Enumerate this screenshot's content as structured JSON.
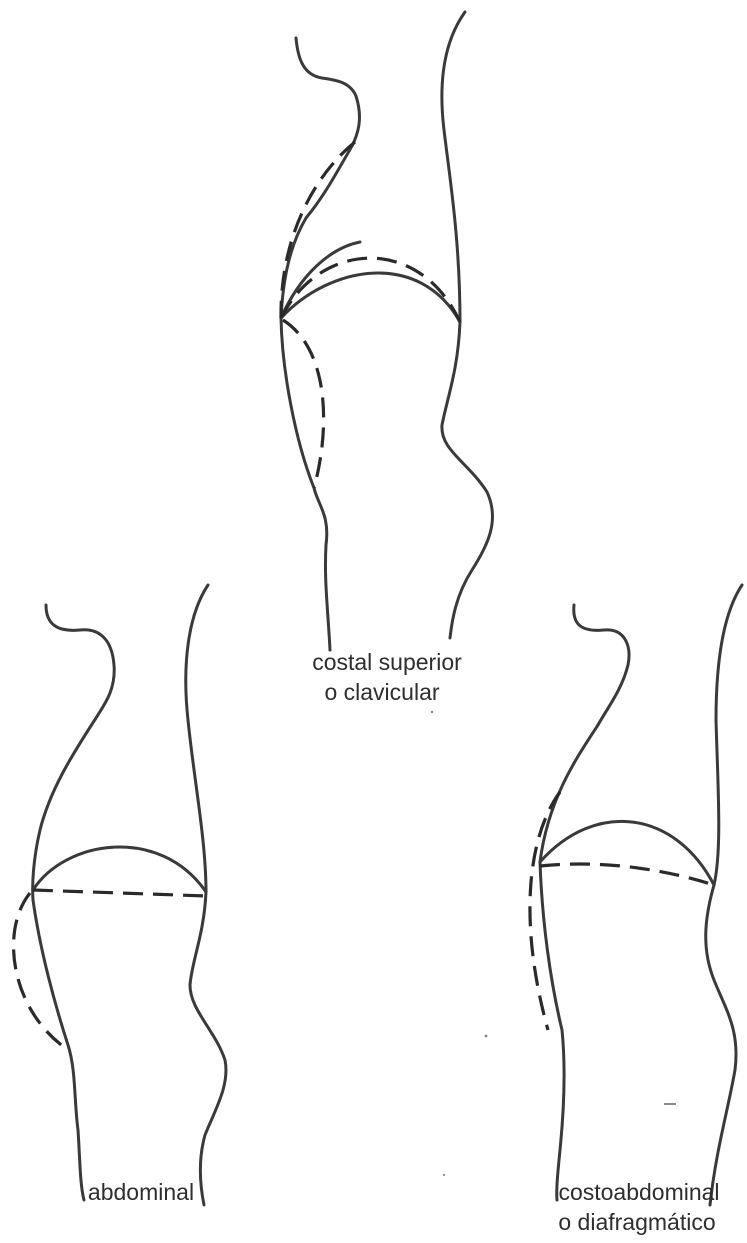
{
  "figures": [
    {
      "id": "costal-superior",
      "label_lines": [
        "costal superior",
        "o clavicular"
      ]
    },
    {
      "id": "abdominal",
      "label_lines": [
        "abdominal"
      ]
    },
    {
      "id": "costoabdominal",
      "label_lines": [
        "costoabdominal",
        "o diafragmático"
      ]
    }
  ]
}
